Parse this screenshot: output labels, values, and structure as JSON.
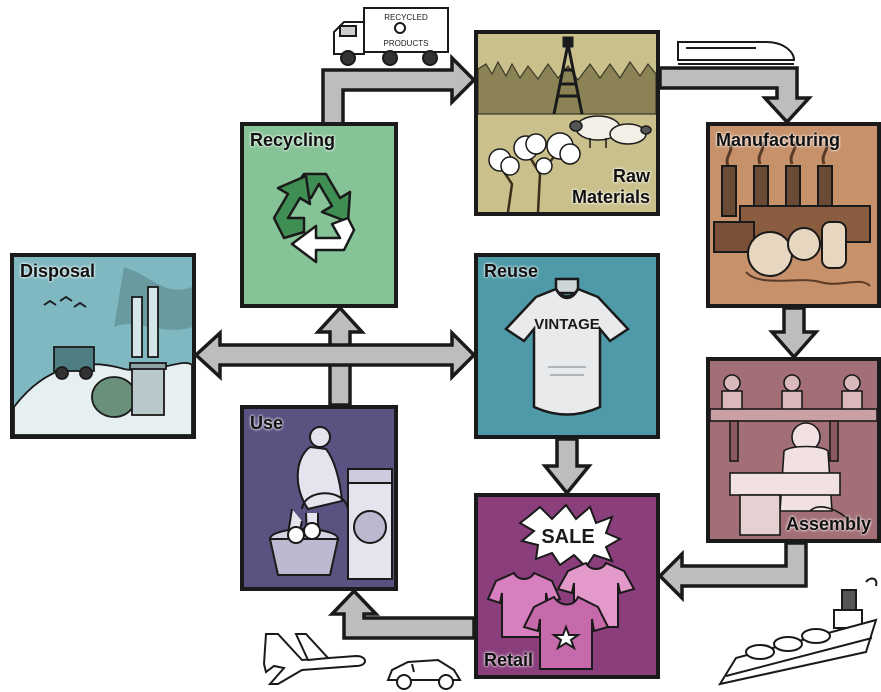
{
  "stages": {
    "recycling": {
      "label": "Recycling",
      "color": "#86c396"
    },
    "raw_materials": {
      "label_line1": "Raw",
      "label_line2": "Materials",
      "color": "#c9c08c"
    },
    "manufacturing": {
      "label": "Manufacturing",
      "color": "#c7916b"
    },
    "disposal": {
      "label": "Disposal",
      "color": "#7fb8c0"
    },
    "reuse": {
      "label": "Reuse",
      "color": "#4f9aa8"
    },
    "assembly": {
      "label": "Assembly",
      "color": "#a36f76"
    },
    "use": {
      "label": "Use",
      "color": "#5a5280"
    },
    "retail": {
      "label": "Retail",
      "color": "#8a3f7c"
    }
  },
  "illustrations": {
    "truck_sign_line1": "RECYCLED",
    "truck_sign_line2": "PRODUCTS",
    "shirt_print": "VINTAGE",
    "sale_sign": "SALE"
  },
  "icons": [
    "recycle-icon",
    "oil-derrick-icon",
    "sheep-icon",
    "cotton-plant-icon",
    "factory-icon",
    "landfill-icon",
    "t-shirt-icon",
    "sewing-worker-icon",
    "washing-machine-icon",
    "sale-sign-icon",
    "truck-icon",
    "train-icon",
    "ship-icon",
    "airplane-icon",
    "car-icon"
  ],
  "arrow_color": "#b8b8b8"
}
